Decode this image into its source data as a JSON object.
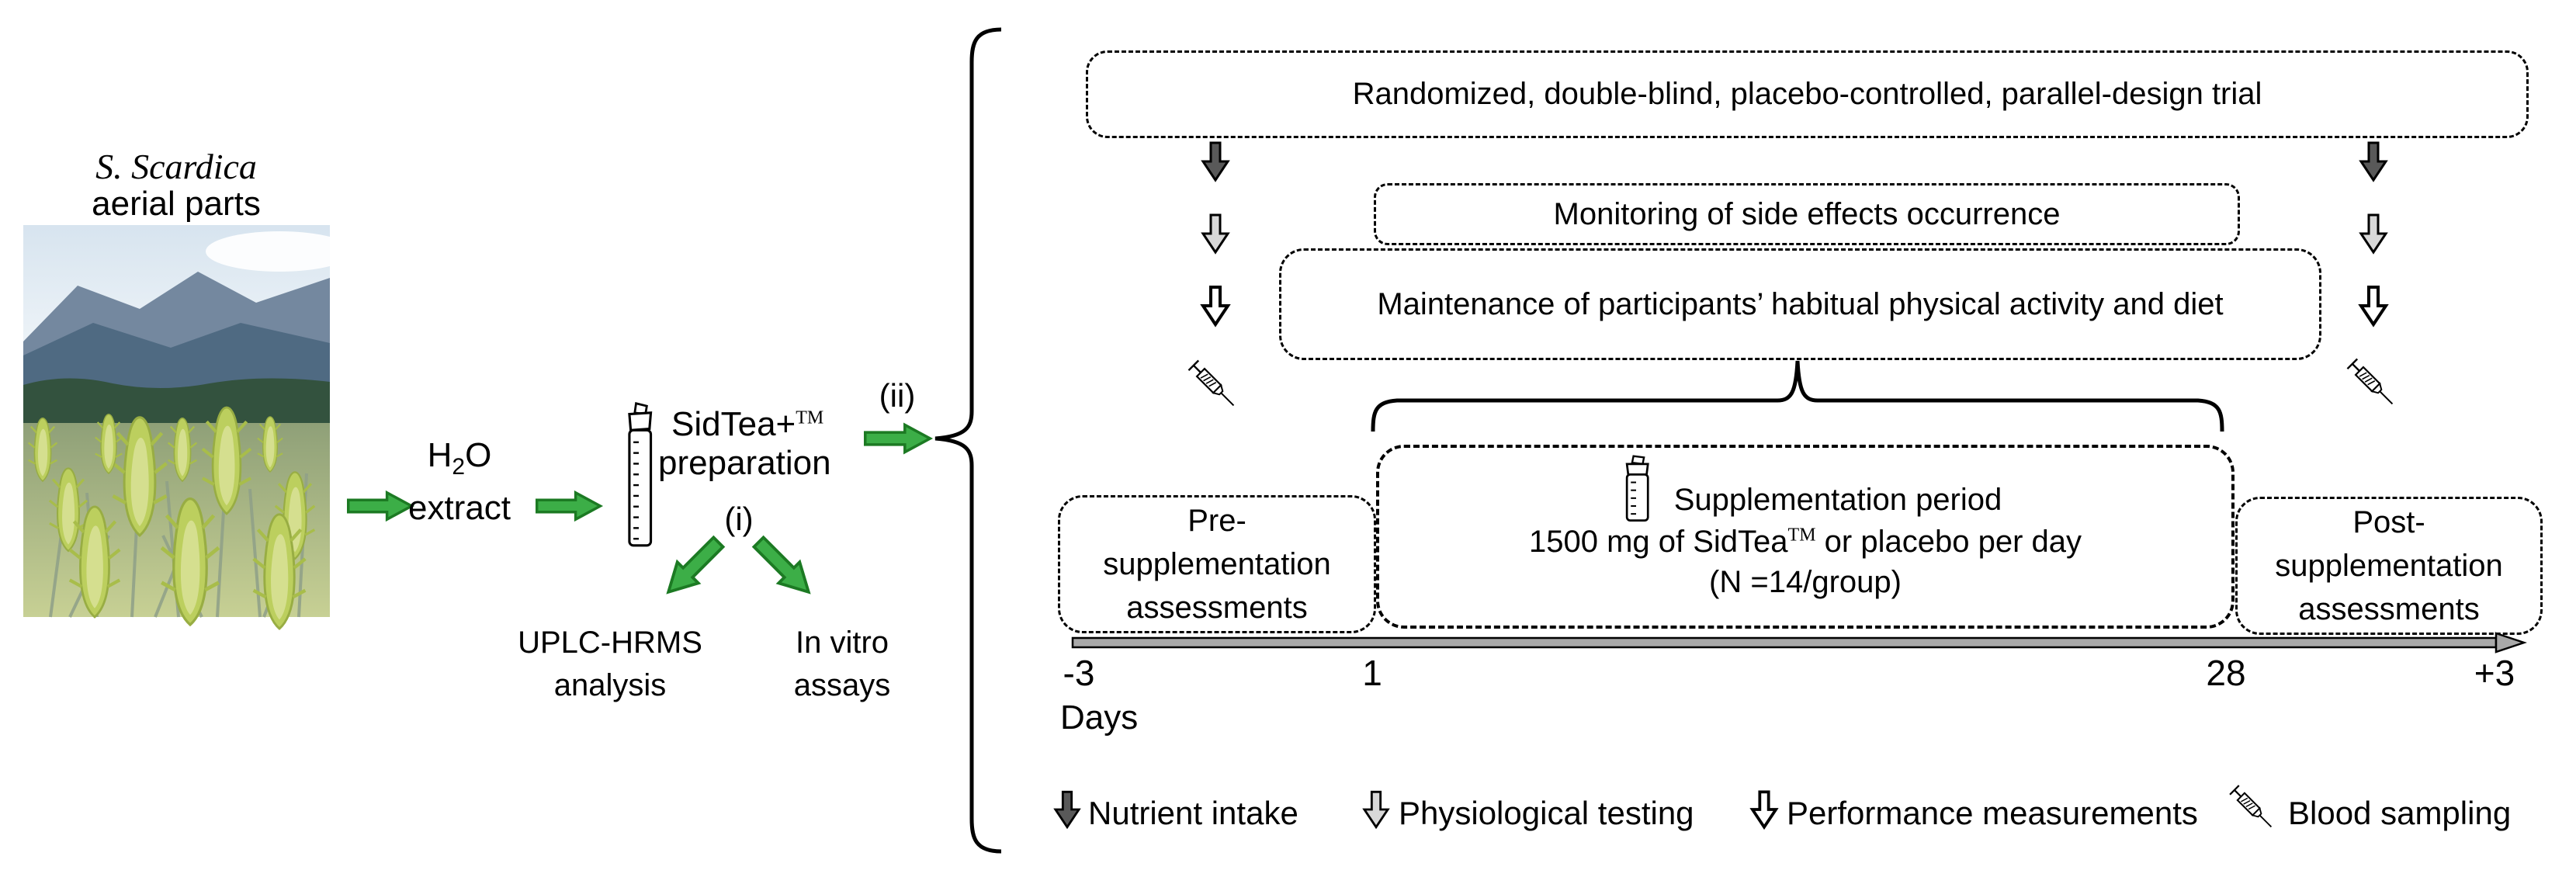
{
  "figure": {
    "source": {
      "species_line1": "S. Scardica",
      "species_line2": "aerial parts",
      "h2o": {
        "element": "H",
        "subscript": "2",
        "suffix": "O"
      },
      "extract": "extract",
      "brand": "SidTea+",
      "brand_tm": "TM",
      "preparation": "preparation",
      "step_i": "(i)",
      "step_ii": "(ii)",
      "uplc": {
        "line1": "UPLC-HRMS",
        "line2": "analysis"
      },
      "invitro": {
        "line1": "In vitro",
        "line2": "assays"
      }
    },
    "trial": {
      "design": "Randomized, double-blind, placebo-controlled, parallel-design trial",
      "monitoring": "Monitoring of side effects occurrence",
      "maintenance": "Maintenance of participants’ habitual physical activity and diet",
      "supplementation": {
        "title": "Supplementation period",
        "dose_prefix": "1500 mg of SidTea",
        "dose_tm": "TM",
        "dose_suffix": " or placebo per day",
        "sample": "(N =14/group)"
      },
      "pre": {
        "line1": "Pre-",
        "line2": "supplementation",
        "line3": "assessments"
      },
      "post": {
        "line1": "Post-",
        "line2": "supplementation",
        "line3": "assessments"
      },
      "timeline": {
        "tick_minus3": "-3",
        "tick_1": "1",
        "tick_28": "28",
        "tick_plus3": "+3",
        "label": "Days"
      }
    },
    "legend": {
      "items": [
        {
          "icon": "down-arrow-dark",
          "label": "Nutrient intake"
        },
        {
          "icon": "down-arrow-gray",
          "label": "Physiological testing"
        },
        {
          "icon": "down-arrow-white",
          "label": "Performance measurements"
        },
        {
          "icon": "syringe",
          "label": "Blood sampling"
        }
      ]
    },
    "colors": {
      "green_fill": "#3CAE47",
      "green_stroke": "#1C7A23",
      "dark_arrow": "#595959",
      "light_arrow": "#D8D8D8",
      "white_arrow": "#FFFFFF",
      "timeline_gray": "#A9A9A9",
      "line": "#000000"
    }
  }
}
